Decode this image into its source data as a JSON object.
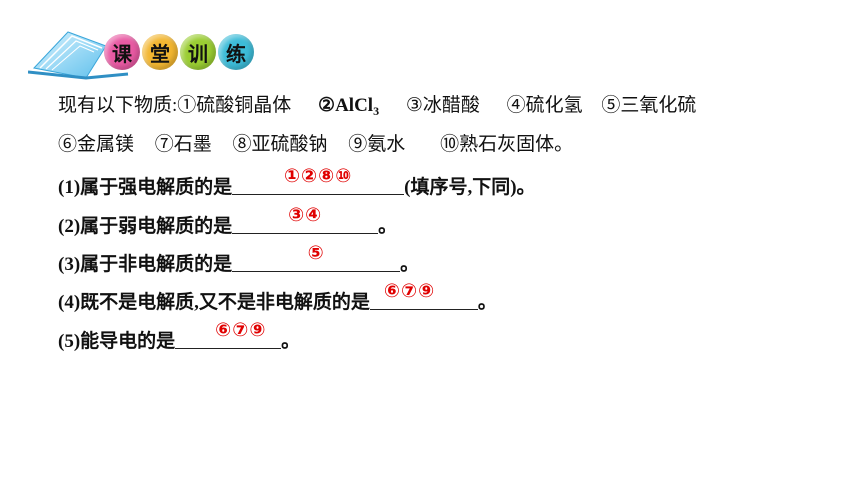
{
  "banner": {
    "chars": [
      {
        "text": "课",
        "color": "#e85aa3"
      },
      {
        "text": "堂",
        "color": "#f2b631"
      },
      {
        "text": "训",
        "color": "#9acd32"
      },
      {
        "text": "练",
        "color": "#3dbcd8"
      }
    ]
  },
  "intro": {
    "prefix": "现有以下物质:",
    "items": [
      "①硫酸铜晶体",
      "②AlCl",
      "③冰醋酸",
      "④硫化氢",
      "⑤三氧化硫"
    ],
    "alcl_sub": "3",
    "items2": [
      "⑥金属镁",
      "⑦石墨",
      "⑧亚硫酸钠",
      "⑨氨水",
      "⑩熟石灰固体。"
    ]
  },
  "questions": [
    {
      "label": "(1)属于强电解质的是",
      "answer": "①②⑧⑩",
      "suffix": "(填序号,下同)。"
    },
    {
      "label": "(2)属于弱电解质的是",
      "answer": "③④",
      "suffix": "。"
    },
    {
      "label": "(3)属于非电解质的是",
      "answer": "⑤",
      "suffix": "。"
    },
    {
      "label": "(4)既不是电解质,又不是非电解质的是",
      "answer": "⑥⑦⑨",
      "suffix": "。"
    },
    {
      "label": "(5)能导电的是",
      "answer": "⑥⑦⑨",
      "suffix": "。"
    }
  ]
}
